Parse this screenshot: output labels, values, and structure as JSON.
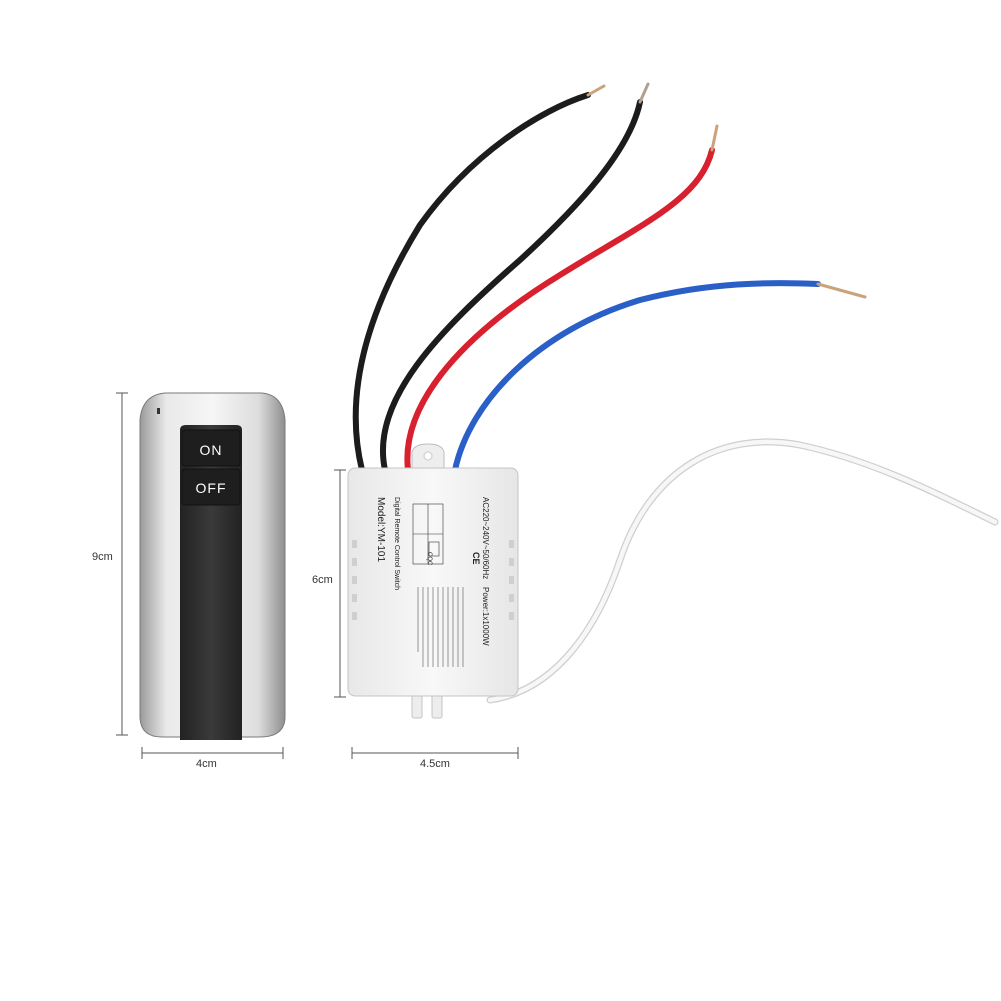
{
  "remote": {
    "on_label": "ON",
    "off_label": "OFF"
  },
  "receiver": {
    "model": "Model:YM-101",
    "name": "Digital Remote Control Switch",
    "power": "Power:1x1000W",
    "voltage": "AC220~240V~50/60Hz",
    "cqc": "CQC",
    "ce": "CE"
  },
  "dimensions": {
    "remote_height": "9cm",
    "remote_width": "4cm",
    "receiver_height": "6cm",
    "receiver_width": "4.5cm"
  },
  "colors": {
    "wire_black": "#1c1c1c",
    "wire_red": "#d8202e",
    "wire_blue": "#2a5fc7",
    "wire_white": "#f0f0f0",
    "remote_silver": "#d6d6d6",
    "remote_panel": "#2e2e2e"
  }
}
